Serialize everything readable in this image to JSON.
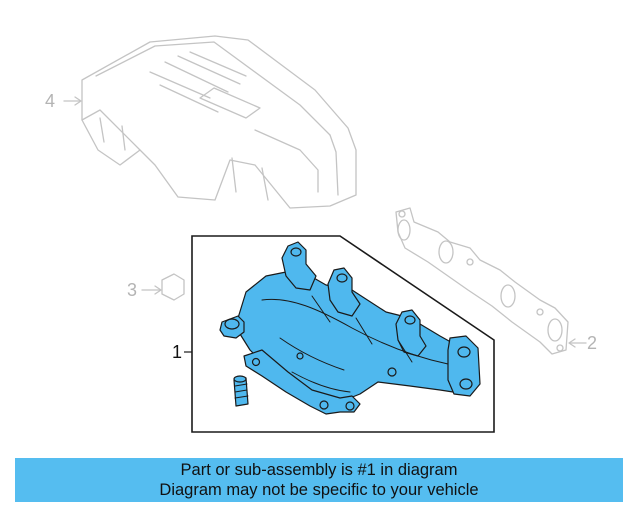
{
  "callouts": {
    "part_1": "1",
    "part_2": "2",
    "part_3": "3",
    "part_4": "4"
  },
  "banner": {
    "line1": "Part or sub-assembly is #1 in diagram",
    "line2": "Diagram may not be specific to your vehicle"
  },
  "colors": {
    "highlight": "#4fb8ee",
    "banner": "#55bdf0",
    "ghost": "#c4c4c4"
  }
}
